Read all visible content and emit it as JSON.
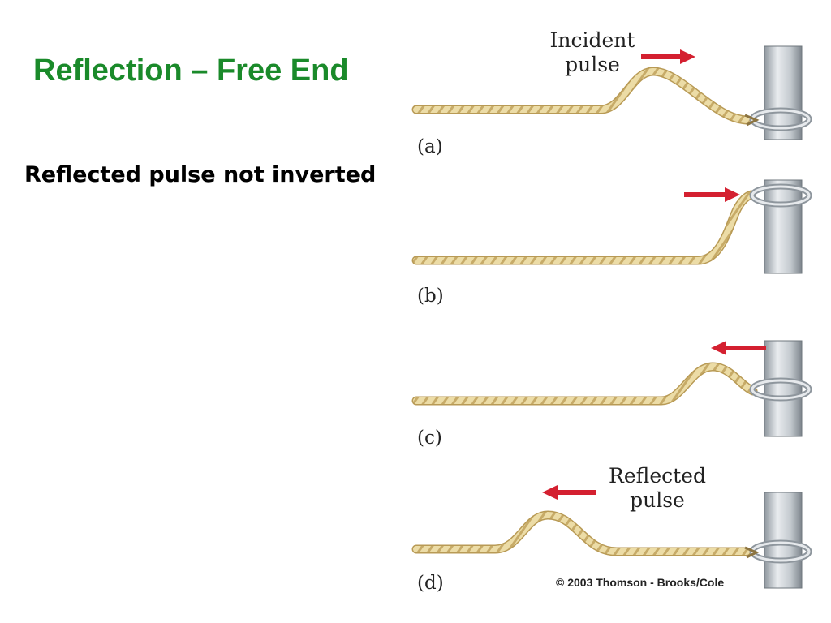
{
  "slide": {
    "title": "Reflection – Free End",
    "bullet": "Reflected pulse not inverted"
  },
  "figure": {
    "incident_caption_line1": "Incident",
    "incident_caption_line2": "pulse",
    "reflected_caption_line1": "Reflected",
    "reflected_caption_line2": "pulse",
    "panels": [
      {
        "label": "(a)",
        "arrow_direction": "right"
      },
      {
        "label": "(b)",
        "arrow_direction": "right"
      },
      {
        "label": "(c)",
        "arrow_direction": "left"
      },
      {
        "label": "(d)",
        "arrow_direction": "left"
      }
    ],
    "copyright": "© 2003 Thomson - Brooks/Cole"
  },
  "colors": {
    "title": "#1a8a2a",
    "rope": "#e6d49a",
    "rope_stroke": "#b89a55",
    "arrow": "#d42030",
    "pole": "#c9ced3"
  }
}
